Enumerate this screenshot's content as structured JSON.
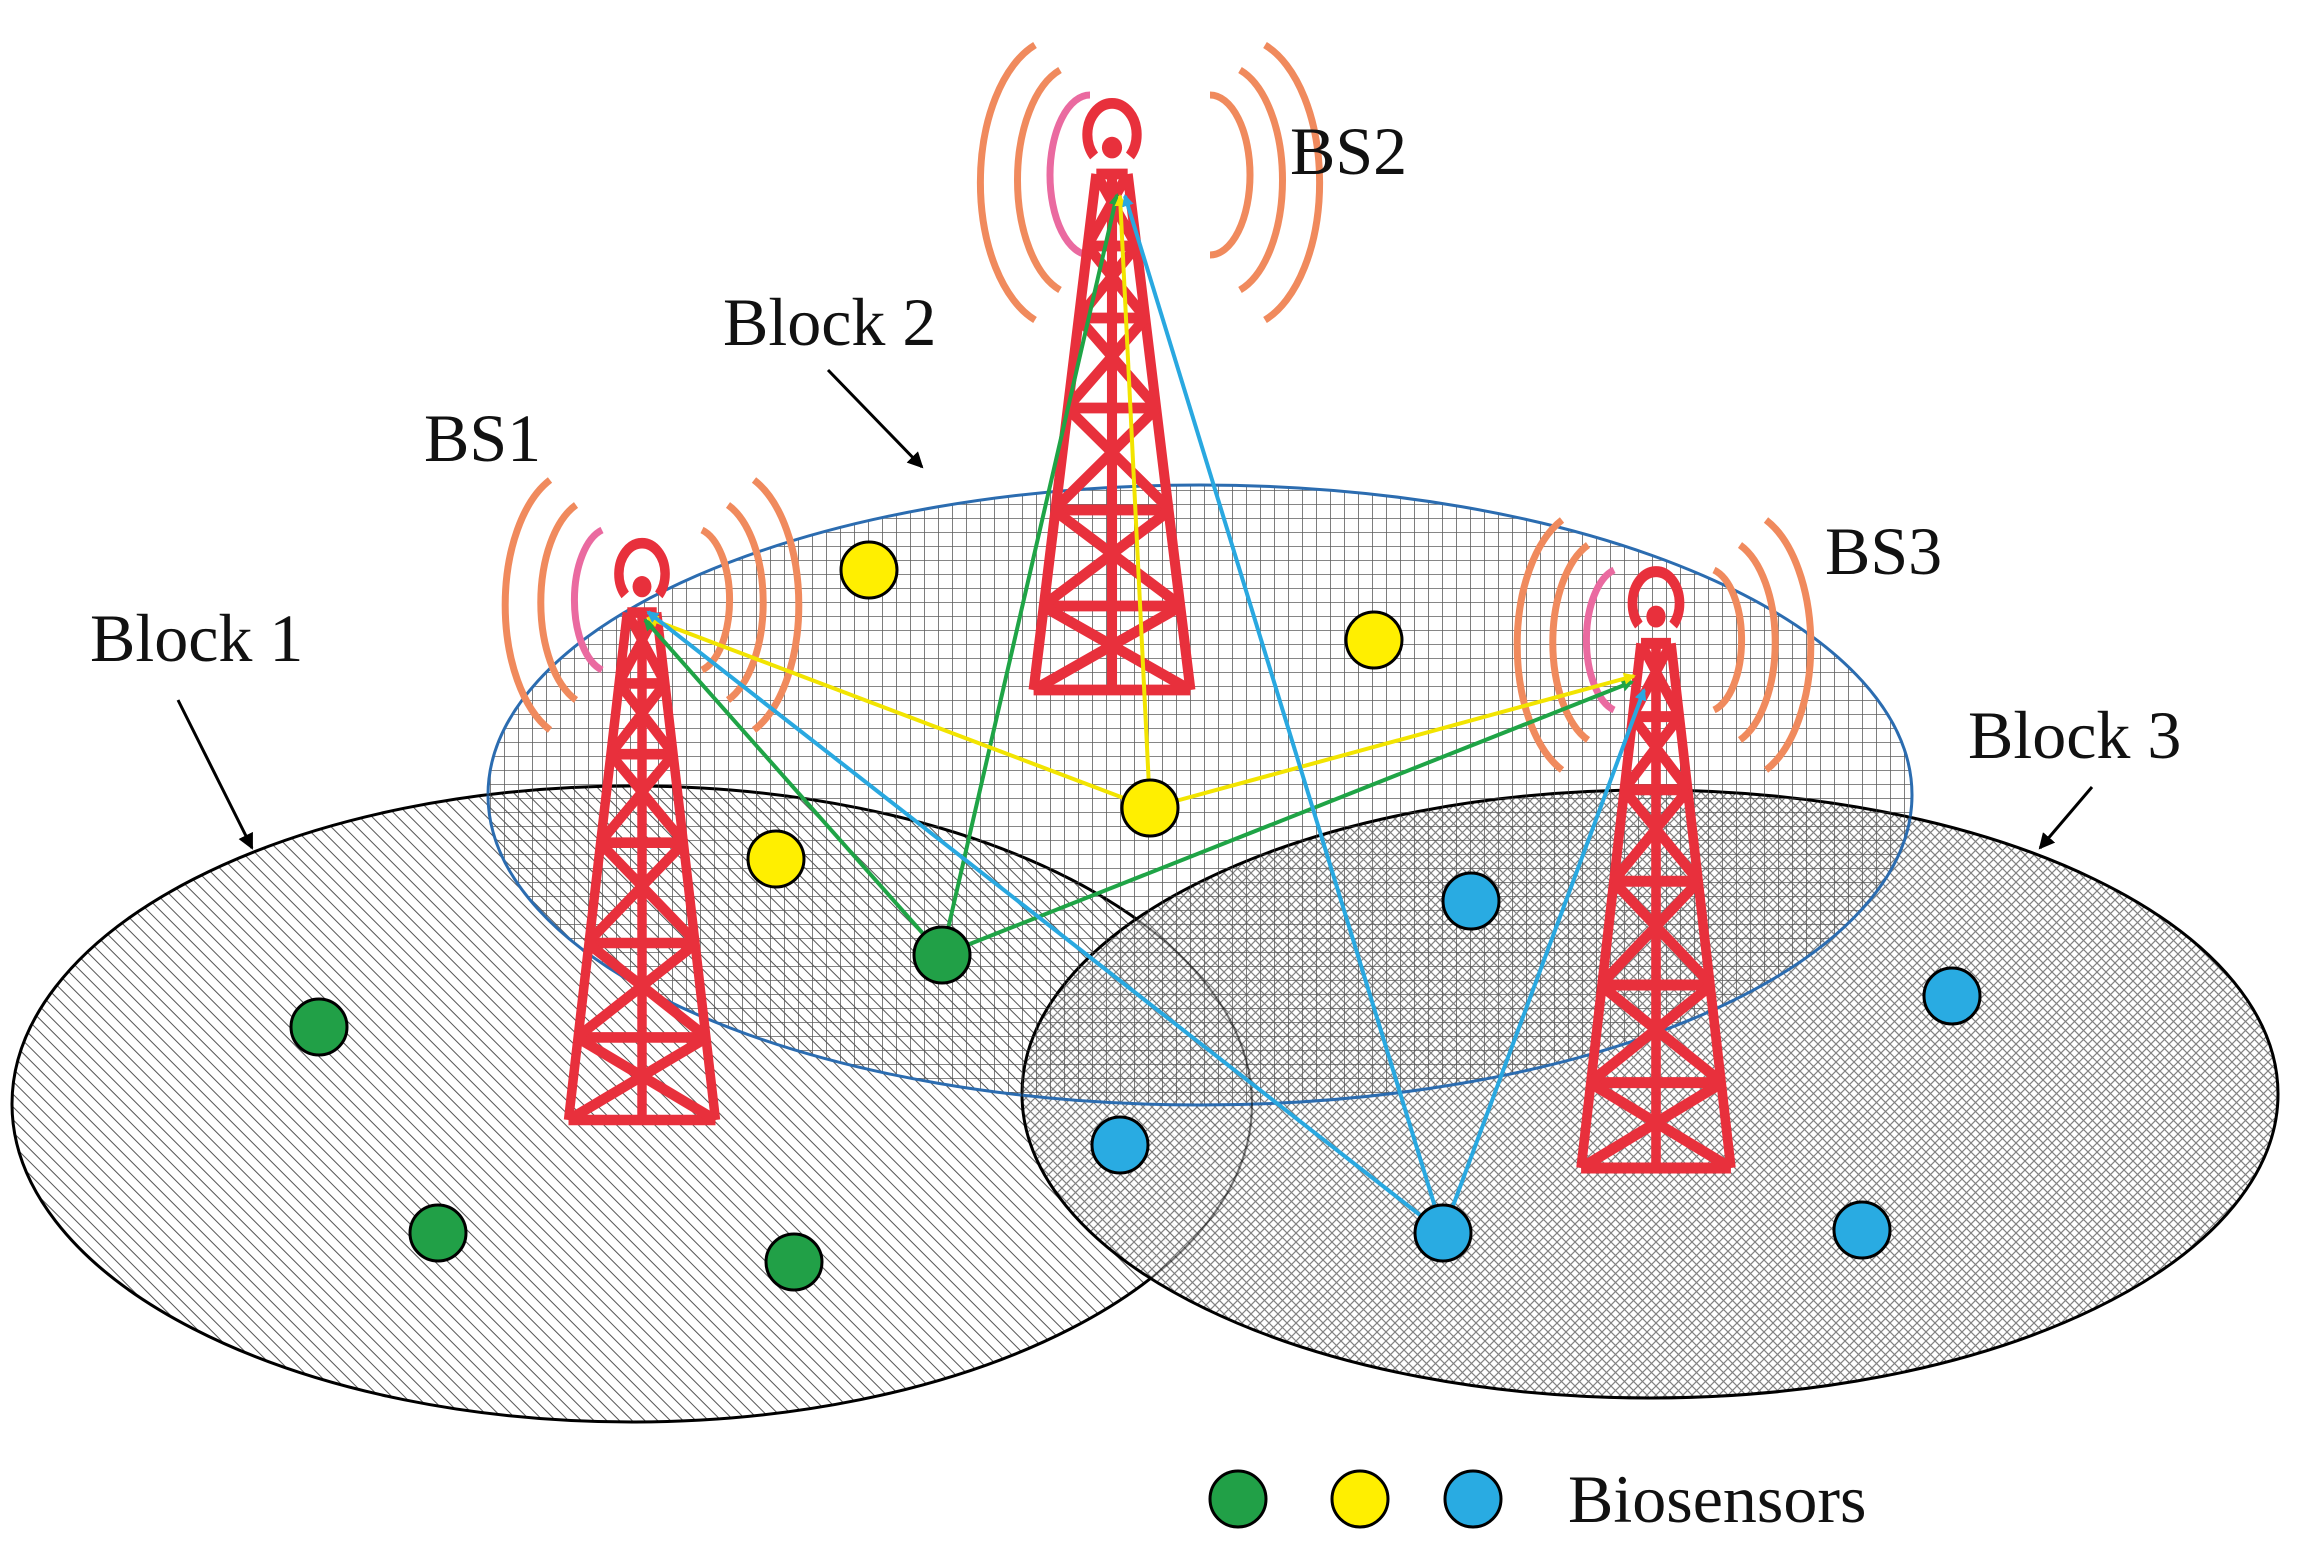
{
  "labels": {
    "bs1": "BS1",
    "bs2": "BS2",
    "bs3": "BS3",
    "block1": "Block 1",
    "block2": "Block 2",
    "block3": "Block 3",
    "legend": "Biosensors"
  },
  "colors": {
    "tower": "#e8303c",
    "wave_outer": "#f08a5d",
    "wave_inner": "#ea6aa0",
    "green": "#21a047",
    "yellow": "#ffef00",
    "blue": "#29abe2",
    "block2_border": "#2b6cb0",
    "arrow_green": "#1fa446",
    "arrow_yellow": "#f2e400",
    "arrow_blue": "#29a8e0"
  },
  "legend_sensors": [
    "green-sensor",
    "yellow-sensor",
    "blue-sensor"
  ]
}
